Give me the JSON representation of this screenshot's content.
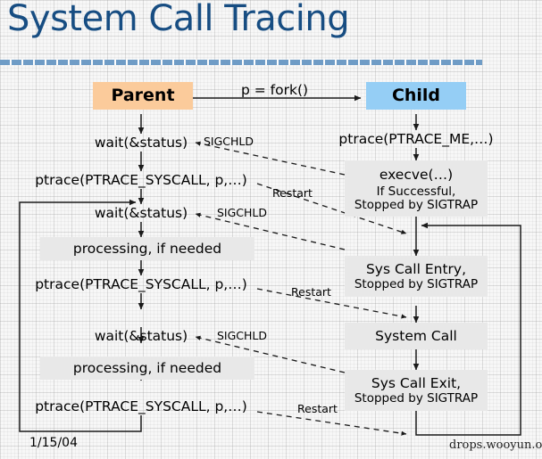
{
  "slide": {
    "title": "System Call Tracing",
    "title_color": "#174D82",
    "divider_color": "#6f9cc6",
    "date": "1/15/04",
    "watermark": "drops.wooyun.org",
    "background": "#f7f7f7"
  },
  "diagram": {
    "type": "flowchart",
    "columns": [
      "Parent",
      "Child"
    ],
    "parent_box": {
      "label": "Parent",
      "fill": "#fbcb9b"
    },
    "child_box": {
      "label": "Child",
      "fill": "#95cef5"
    },
    "fork_edge": {
      "label": "p = fork()"
    },
    "parent_steps": [
      {
        "id": "wait1",
        "label": "wait(&status)",
        "style": "plain"
      },
      {
        "id": "ptrace1",
        "label": "ptrace(PTRACE_SYSCALL, p,…)",
        "style": "plain"
      },
      {
        "id": "wait2",
        "label": "wait(&status)",
        "style": "plain"
      },
      {
        "id": "proc1",
        "label": "processing, if needed",
        "style": "gray"
      },
      {
        "id": "ptrace2",
        "label": "ptrace(PTRACE_SYSCALL, p,…)",
        "style": "plain"
      },
      {
        "id": "wait3",
        "label": "wait(&status)",
        "style": "plain"
      },
      {
        "id": "proc2",
        "label": "processing, if needed",
        "style": "gray"
      },
      {
        "id": "ptrace3",
        "label": "ptrace(PTRACE_SYSCALL, p,…)",
        "style": "plain"
      }
    ],
    "child_steps": [
      {
        "id": "ptraceme",
        "label": "ptrace(PTRACE_ME,…)",
        "sublabel": "",
        "style": "plain"
      },
      {
        "id": "execve",
        "label": "execve(…)",
        "sublabel_line1": "If Successful,",
        "sublabel_line2": "Stopped by SIGTRAP",
        "style": "gray"
      },
      {
        "id": "entry",
        "label": "Sys Call Entry,",
        "sublabel": "Stopped by SIGTRAP",
        "style": "gray"
      },
      {
        "id": "syscall",
        "label": "System Call",
        "sublabel": "",
        "style": "gray"
      },
      {
        "id": "exit",
        "label": "Sys Call Exit,",
        "sublabel": "Stopped by SIGTRAP",
        "style": "gray"
      }
    ],
    "signal_edges": [
      {
        "label": "SIGCHLD",
        "from": "execve",
        "to": "wait1"
      },
      {
        "label": "SIGCHLD",
        "from": "entry",
        "to": "wait2"
      },
      {
        "label": "SIGCHLD",
        "from": "exit",
        "to": "wait3"
      }
    ],
    "restart_edges": [
      {
        "label": "Restart",
        "from": "ptrace1",
        "to": "entry"
      },
      {
        "label": "Restart",
        "from": "ptrace2",
        "to": "syscall"
      },
      {
        "label": "Restart",
        "from": "ptrace3",
        "to": "exit-loop"
      }
    ],
    "loops": [
      {
        "name": "parent-loop",
        "from": "ptrace3",
        "to": "wait2"
      },
      {
        "name": "child-loop",
        "from": "exit",
        "to": "entry"
      }
    ]
  }
}
